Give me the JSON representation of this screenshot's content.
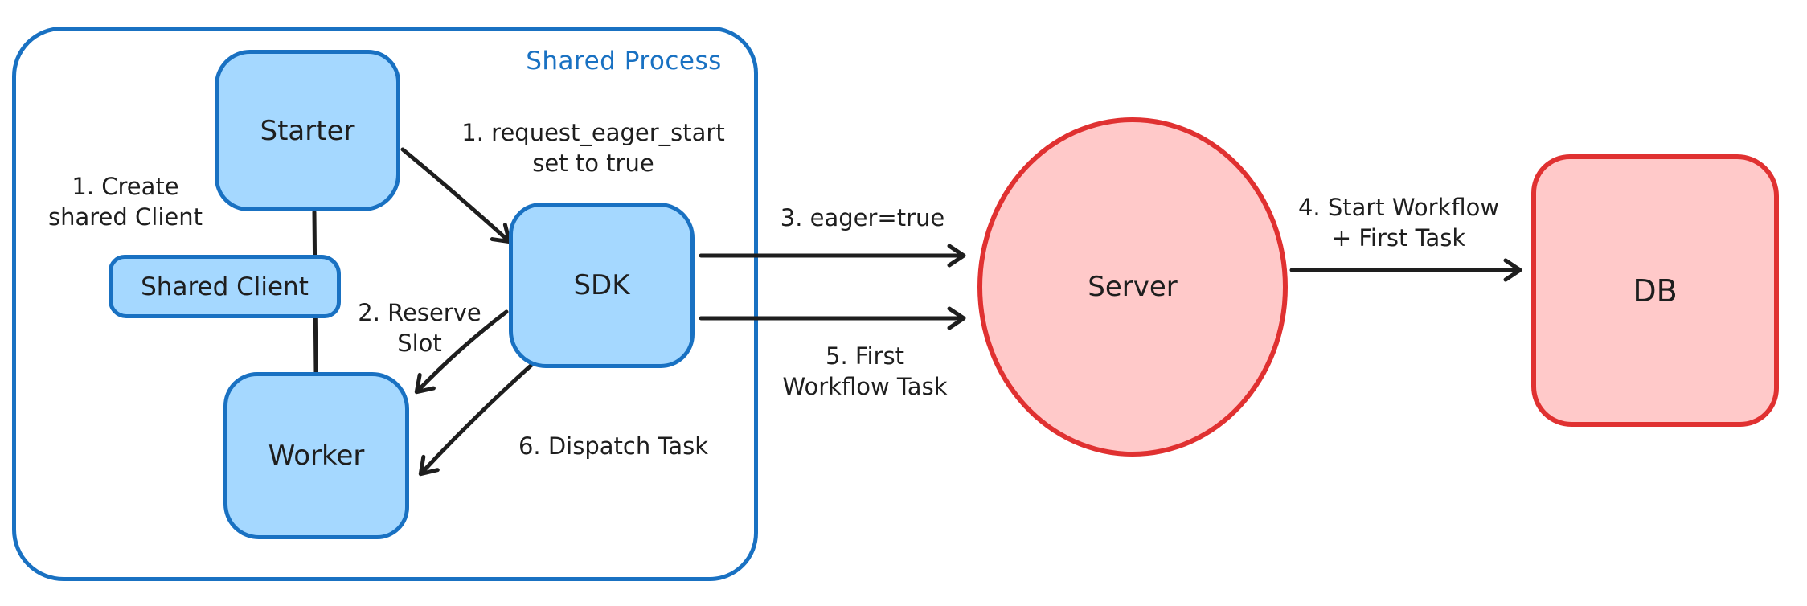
{
  "diagram": {
    "container": {
      "label": "Shared Process"
    },
    "nodes": {
      "starter": {
        "label": "Starter"
      },
      "shared_client": {
        "label": "Shared Client"
      },
      "worker": {
        "label": "Worker"
      },
      "sdk": {
        "label": "SDK"
      },
      "server": {
        "label": "Server"
      },
      "db": {
        "label": "DB"
      }
    },
    "annotations": {
      "create_client": "1. Create\nshared Client",
      "request_eager_start": "1. request_eager_start\nset to true",
      "reserve_slot": "2. Reserve\nSlot",
      "eager_true": "3. eager=true",
      "start_workflow": "4. Start Workflow\n+ First Task",
      "first_workflow_task": "5. First\nWorkflow Task",
      "dispatch_task": "6. Dispatch Task"
    },
    "edges": [
      {
        "name": "starter-to-sdk",
        "label_ref": "request_eager_start"
      },
      {
        "name": "sdk-to-worker-reserve",
        "label_ref": "reserve_slot"
      },
      {
        "name": "sdk-to-worker-dispatch",
        "label_ref": "dispatch_task"
      },
      {
        "name": "sdk-to-server-eager",
        "label_ref": "eager_true"
      },
      {
        "name": "sdk-to-server-first-task",
        "label_ref": "first_workflow_task"
      },
      {
        "name": "server-to-db",
        "label_ref": "start_workflow"
      },
      {
        "name": "starter-to-worker-connector",
        "label_ref": null
      }
    ],
    "colors": {
      "blue_stroke": "#1971c2",
      "blue_fill": "#a5d8ff",
      "red_stroke": "#e03131",
      "red_fill": "#ffc9c9",
      "ink": "#1e1e1e",
      "background": "#ffffff"
    }
  }
}
